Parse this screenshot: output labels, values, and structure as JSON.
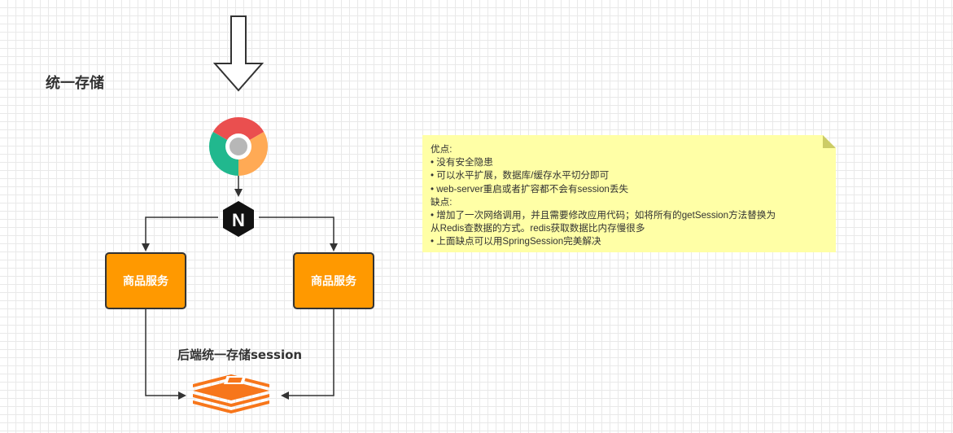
{
  "title": "统一存储",
  "services": [
    {
      "label": "商品服务"
    },
    {
      "label": "商品服务"
    }
  ],
  "store_caption": "后端统一存储session",
  "nginx_glyph": "N",
  "note": {
    "lines": [
      "优点:",
      "• 没有安全隐患",
      "• 可以水平扩展，数据库/缓存水平切分即可",
      "• web-server重启或者扩容都不会有session丢失",
      "缺点:",
      "• 增加了一次网络调用，并且需要修改应用代码；如将所有的getSession方法替换为",
      "从Redis查数据的方式。redis获取数据比内存慢很多",
      "• 上面缺点可以用SpringSession完美解决"
    ]
  },
  "icons": {
    "browser": "chrome-icon",
    "gateway": "nginx-icon",
    "store": "redis-icon",
    "request": "down-arrow-icon"
  },
  "colors": {
    "service": "#ff9900",
    "note": "#ffffa6",
    "redis": "#f7761b",
    "line": "#333333"
  }
}
